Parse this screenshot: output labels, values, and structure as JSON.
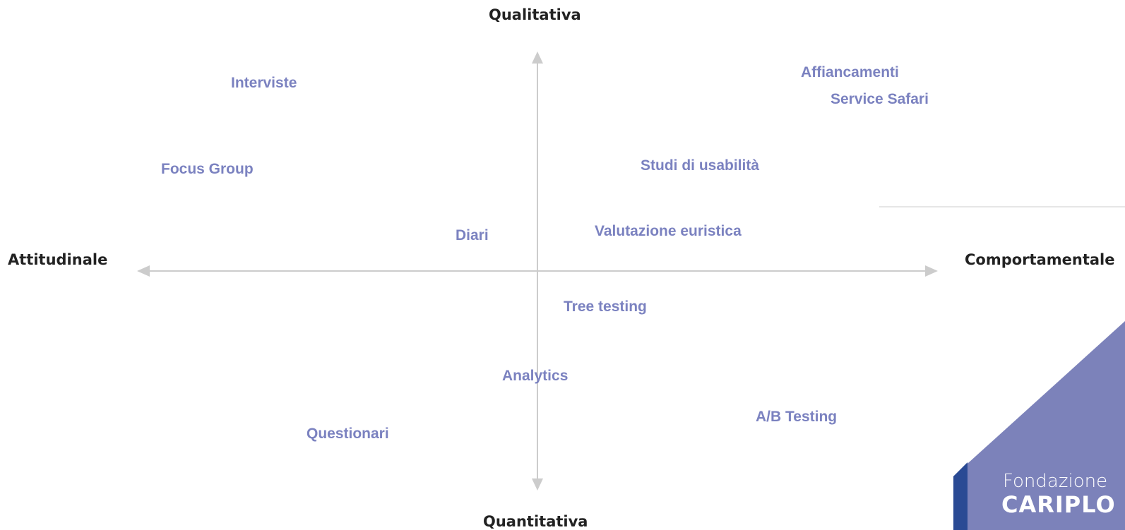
{
  "axes": {
    "top": "Qualitativa",
    "bottom": "Quantitativa",
    "left": "Attitudinale",
    "right": "Comportamentale"
  },
  "methods": {
    "interviste": "Interviste",
    "focus_group": "Focus Group",
    "diari": "Diari",
    "affiancamenti": "Affiancamenti",
    "service_safari": "Service Safari",
    "studi_usabilita": "Studi di usabilità",
    "valutazione_euristica": "Valutazione euristica",
    "tree_testing": "Tree testing",
    "analytics": "Analytics",
    "questionari": "Questionari",
    "ab_testing": "A/B Testing"
  },
  "logo": {
    "line1": "Fondazione",
    "line2": "CARIPLO"
  },
  "colors": {
    "method_text": "#7b82c0",
    "axis_line": "#cccccc",
    "axis_label": "#222222",
    "logo_primary": "#7c82ba",
    "logo_dark": "#2a4a94"
  }
}
